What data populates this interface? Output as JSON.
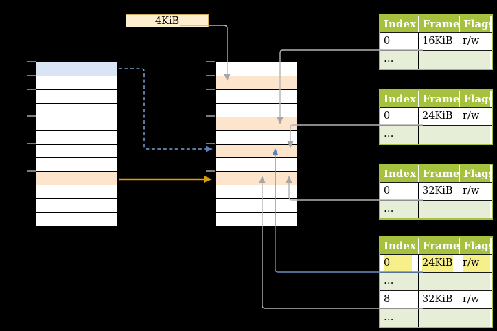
{
  "frame_size_label": "4KiB",
  "left_column": {
    "row_count": 12,
    "highlighted_rows": {
      "0": "blue",
      "8": "orange"
    },
    "tick_rows": [
      0,
      1,
      2,
      4,
      6,
      8
    ]
  },
  "middle_column": {
    "row_count": 12,
    "highlighted_rows": {
      "1": "orange",
      "4": "orange",
      "6": "orange",
      "8": "orange"
    },
    "tick_rows": [
      0,
      1,
      2,
      4,
      6,
      8
    ]
  },
  "page_tables": {
    "headers": [
      "Index",
      "Frame",
      "Flags"
    ],
    "tables": [
      {
        "name": "page-table-1",
        "rows": [
          {
            "index": "0",
            "frame": "16KiB",
            "flags": "r/w",
            "shaded": false,
            "highlighted": false
          },
          {
            "index": "…",
            "frame": "",
            "flags": "",
            "shaded": true,
            "highlighted": false
          }
        ]
      },
      {
        "name": "page-table-2",
        "rows": [
          {
            "index": "0",
            "frame": "24KiB",
            "flags": "r/w",
            "shaded": false,
            "highlighted": false
          },
          {
            "index": "…",
            "frame": "",
            "flags": "",
            "shaded": true,
            "highlighted": false
          }
        ]
      },
      {
        "name": "page-table-3",
        "rows": [
          {
            "index": "0",
            "frame": "32KiB",
            "flags": "r/w",
            "shaded": false,
            "highlighted": false
          },
          {
            "index": "…",
            "frame": "",
            "flags": "",
            "shaded": true,
            "highlighted": false
          }
        ]
      },
      {
        "name": "page-table-4",
        "rows": [
          {
            "index": "0",
            "frame": "24KiB",
            "flags": "r/w",
            "shaded": false,
            "highlighted": true
          },
          {
            "index": "…",
            "frame": "",
            "flags": "",
            "shaded": true,
            "highlighted": false
          },
          {
            "index": "8",
            "frame": "32KiB",
            "flags": "r/w",
            "shaded": false,
            "highlighted": false
          },
          {
            "index": "…",
            "frame": "",
            "flags": "",
            "shaded": true,
            "highlighted": false
          }
        ]
      }
    ]
  },
  "connections": [
    {
      "from": "4KiB-label",
      "to": "frame-row-2",
      "style": "gray-solid"
    },
    {
      "from": "page-table-1-frame-16KiB",
      "to": "frame-row-5",
      "style": "gray-solid"
    },
    {
      "from": "page-table-2-frame-24KiB",
      "to": "frame-row-7",
      "style": "gray-solid"
    },
    {
      "from": "page-table-3-frame-32KiB",
      "to": "frame-row-9",
      "style": "gray-solid"
    },
    {
      "from": "page-table-4-frame-24KiB",
      "to": "frame-row-7",
      "style": "blue-solid"
    },
    {
      "from": "page-table-4-frame-32KiB",
      "to": "frame-row-9",
      "style": "gray-solid"
    },
    {
      "from": "left-column-row-1",
      "to": "frame-row-7",
      "style": "blue-dashed"
    },
    {
      "from": "left-column-row-9",
      "to": "frame-row-9",
      "style": "orange-solid"
    }
  ],
  "colors": {
    "background": "#000000",
    "blue_row": "#d9e5f4",
    "orange_row": "#fce5cc",
    "label_box_fill": "#fdeecd",
    "label_box_border": "#d0ac63",
    "table_header_green": "#a5c13d",
    "table_shaded_green": "#e6eed7",
    "yellow_highlight": "#f7ef8a",
    "gray_line": "#b4b4b4",
    "blue_line": "#6b90c5",
    "orange_line": "#d99c0b"
  }
}
